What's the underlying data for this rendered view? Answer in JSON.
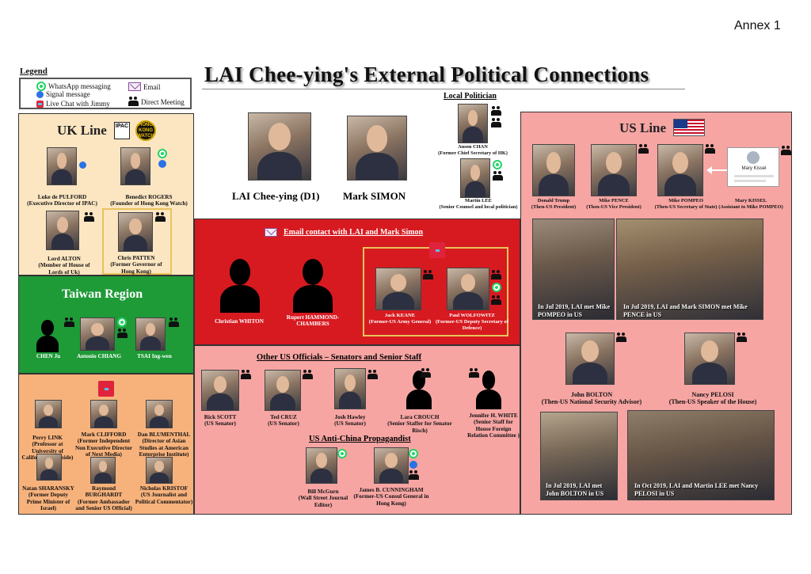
{
  "annex": "Annex 1",
  "title": "LAI Chee-ying's External Political Connections",
  "legend": {
    "title": "Legend",
    "items": {
      "whatsapp": "WhatsApp messaging",
      "signal": "Signal message",
      "livechat": "Live Chat with Jimmy",
      "email": "Email",
      "meeting": "Direct Meeting"
    }
  },
  "uk": {
    "title": "UK Line",
    "logo_text": "IPAC",
    "hkw_text": "HONG KONG WATCH",
    "people": [
      {
        "name": "Luke de PULFORD",
        "desc": "(Executive Director of IPAC)"
      },
      {
        "name": "Benedict ROGERS",
        "desc": "(Founder of Hong Kong Watch)"
      },
      {
        "name": "Lord ALTON",
        "desc": "(Member of House of Lords of Uk)"
      },
      {
        "name": "Chris PATTEN",
        "desc": "(Former Governor of Hong Kong)"
      }
    ]
  },
  "taiwan": {
    "title": "Taiwan Region",
    "people": [
      {
        "name": "CHEN Ju"
      },
      {
        "name": "Antonio CHIANG"
      },
      {
        "name": "TSAI Ing-wen"
      }
    ]
  },
  "advocates": {
    "people": [
      {
        "name": "Perry LINK",
        "desc": "(Professor at University of California Riverside)"
      },
      {
        "name": "Mark CLIFFORD",
        "desc": "(Former Independent Non Executive Director of Next Media)"
      },
      {
        "name": "Dan BLUMENTHAL",
        "desc": "(Director of Asian Studies at American Enterprise Institute)"
      },
      {
        "name": "Natan SHARANSKY",
        "desc": "(Former Deputy Prime Minister of Israel)"
      },
      {
        "name": "Raymond BURGHARDT",
        "desc": "(Former Ambassador and Senior US Official)"
      },
      {
        "name": "Nicholas KRISTOF",
        "desc": "(US Journalist and Political Commentator)"
      }
    ]
  },
  "center": {
    "lai": "LAI Chee-ying (D1)",
    "simon": "Mark SIMON"
  },
  "local": {
    "title": "Local Politician",
    "people": [
      {
        "name": "Anson CHAN",
        "desc": "(Former Chief Secretary of HK)"
      },
      {
        "name": "Martin LEE",
        "desc": "(Senior Counsel and local politician)"
      }
    ]
  },
  "email_section": {
    "title": "Email contact with LAI and Mark Simon",
    "people": [
      {
        "name": "Christian WHITON",
        "desc": ""
      },
      {
        "name": "Rupert HAMMOND-CHAMBERS",
        "desc": ""
      },
      {
        "name": "Jack KEANE",
        "desc": "(Former-US Army General)"
      },
      {
        "name": "Paul WOLFOWITZ",
        "desc": "(Former-US Deputy Secretary of Defence)"
      }
    ]
  },
  "officials": {
    "title": "Other US Officials – Senators and Senior Staff",
    "people": [
      {
        "name": "Rick SCOTT",
        "desc": "(US Senator)"
      },
      {
        "name": "Ted CRUZ",
        "desc": "(US Senator)"
      },
      {
        "name": "Josh Hawley",
        "desc": "(US Senator)"
      },
      {
        "name": "Lara CROUCH",
        "desc": "(Senior Staffer for Senator Risch)"
      },
      {
        "name": "Jennifer H. WHITE",
        "desc": "(Senior Staff for House Foreign Relation Committee )"
      }
    ],
    "propagandist_title": "US Anti-China Propagandist",
    "propagandists": [
      {
        "name": "Bill McGurn",
        "desc": "(Wall Street Journal Editor)"
      },
      {
        "name": "James B. CUNNINGHAM",
        "desc": "(Former-US Consul General in Hong Kong)"
      }
    ]
  },
  "us": {
    "title": "US Line",
    "people": [
      {
        "name": "Donald Trump",
        "desc": "(Then-US President)"
      },
      {
        "name": "Mike PENCE",
        "desc": "(Then-US Vice President)"
      },
      {
        "name": "Mike POMPEO",
        "desc": "(Then-US Secretary of State)"
      },
      {
        "name": "Mary KISSEL",
        "desc": "(Assistant to Mike POMPEO)"
      }
    ],
    "kissel_card": "Mary Kissel",
    "photo_captions": [
      "In Jul 2019, LAI met Mike POMPEO in US",
      "In Jul 2019, LAI and Mark SIMON met Mike PENCE in US"
    ],
    "bolton": {
      "name": "John BOLTON",
      "desc": "(Then-US National Security Advisor)"
    },
    "pelosi": {
      "name": "Nancy PELOSI",
      "desc": "(Then-US Speaker of the House)"
    },
    "photo_captions2": [
      "In Jul 2019, LAI met John BOLTON in US",
      "In Oct 2019, LAI and Martin LEE met Nancy PELOSI in US"
    ]
  },
  "colors": {
    "uk_bg": "#fce6c2",
    "taiwan_bg": "#1e9a37",
    "advocates_bg": "#f7b27c",
    "email_bg": "#d71a20",
    "officials_bg": "#f6a5a3",
    "us_bg": "#f6a5a3"
  }
}
